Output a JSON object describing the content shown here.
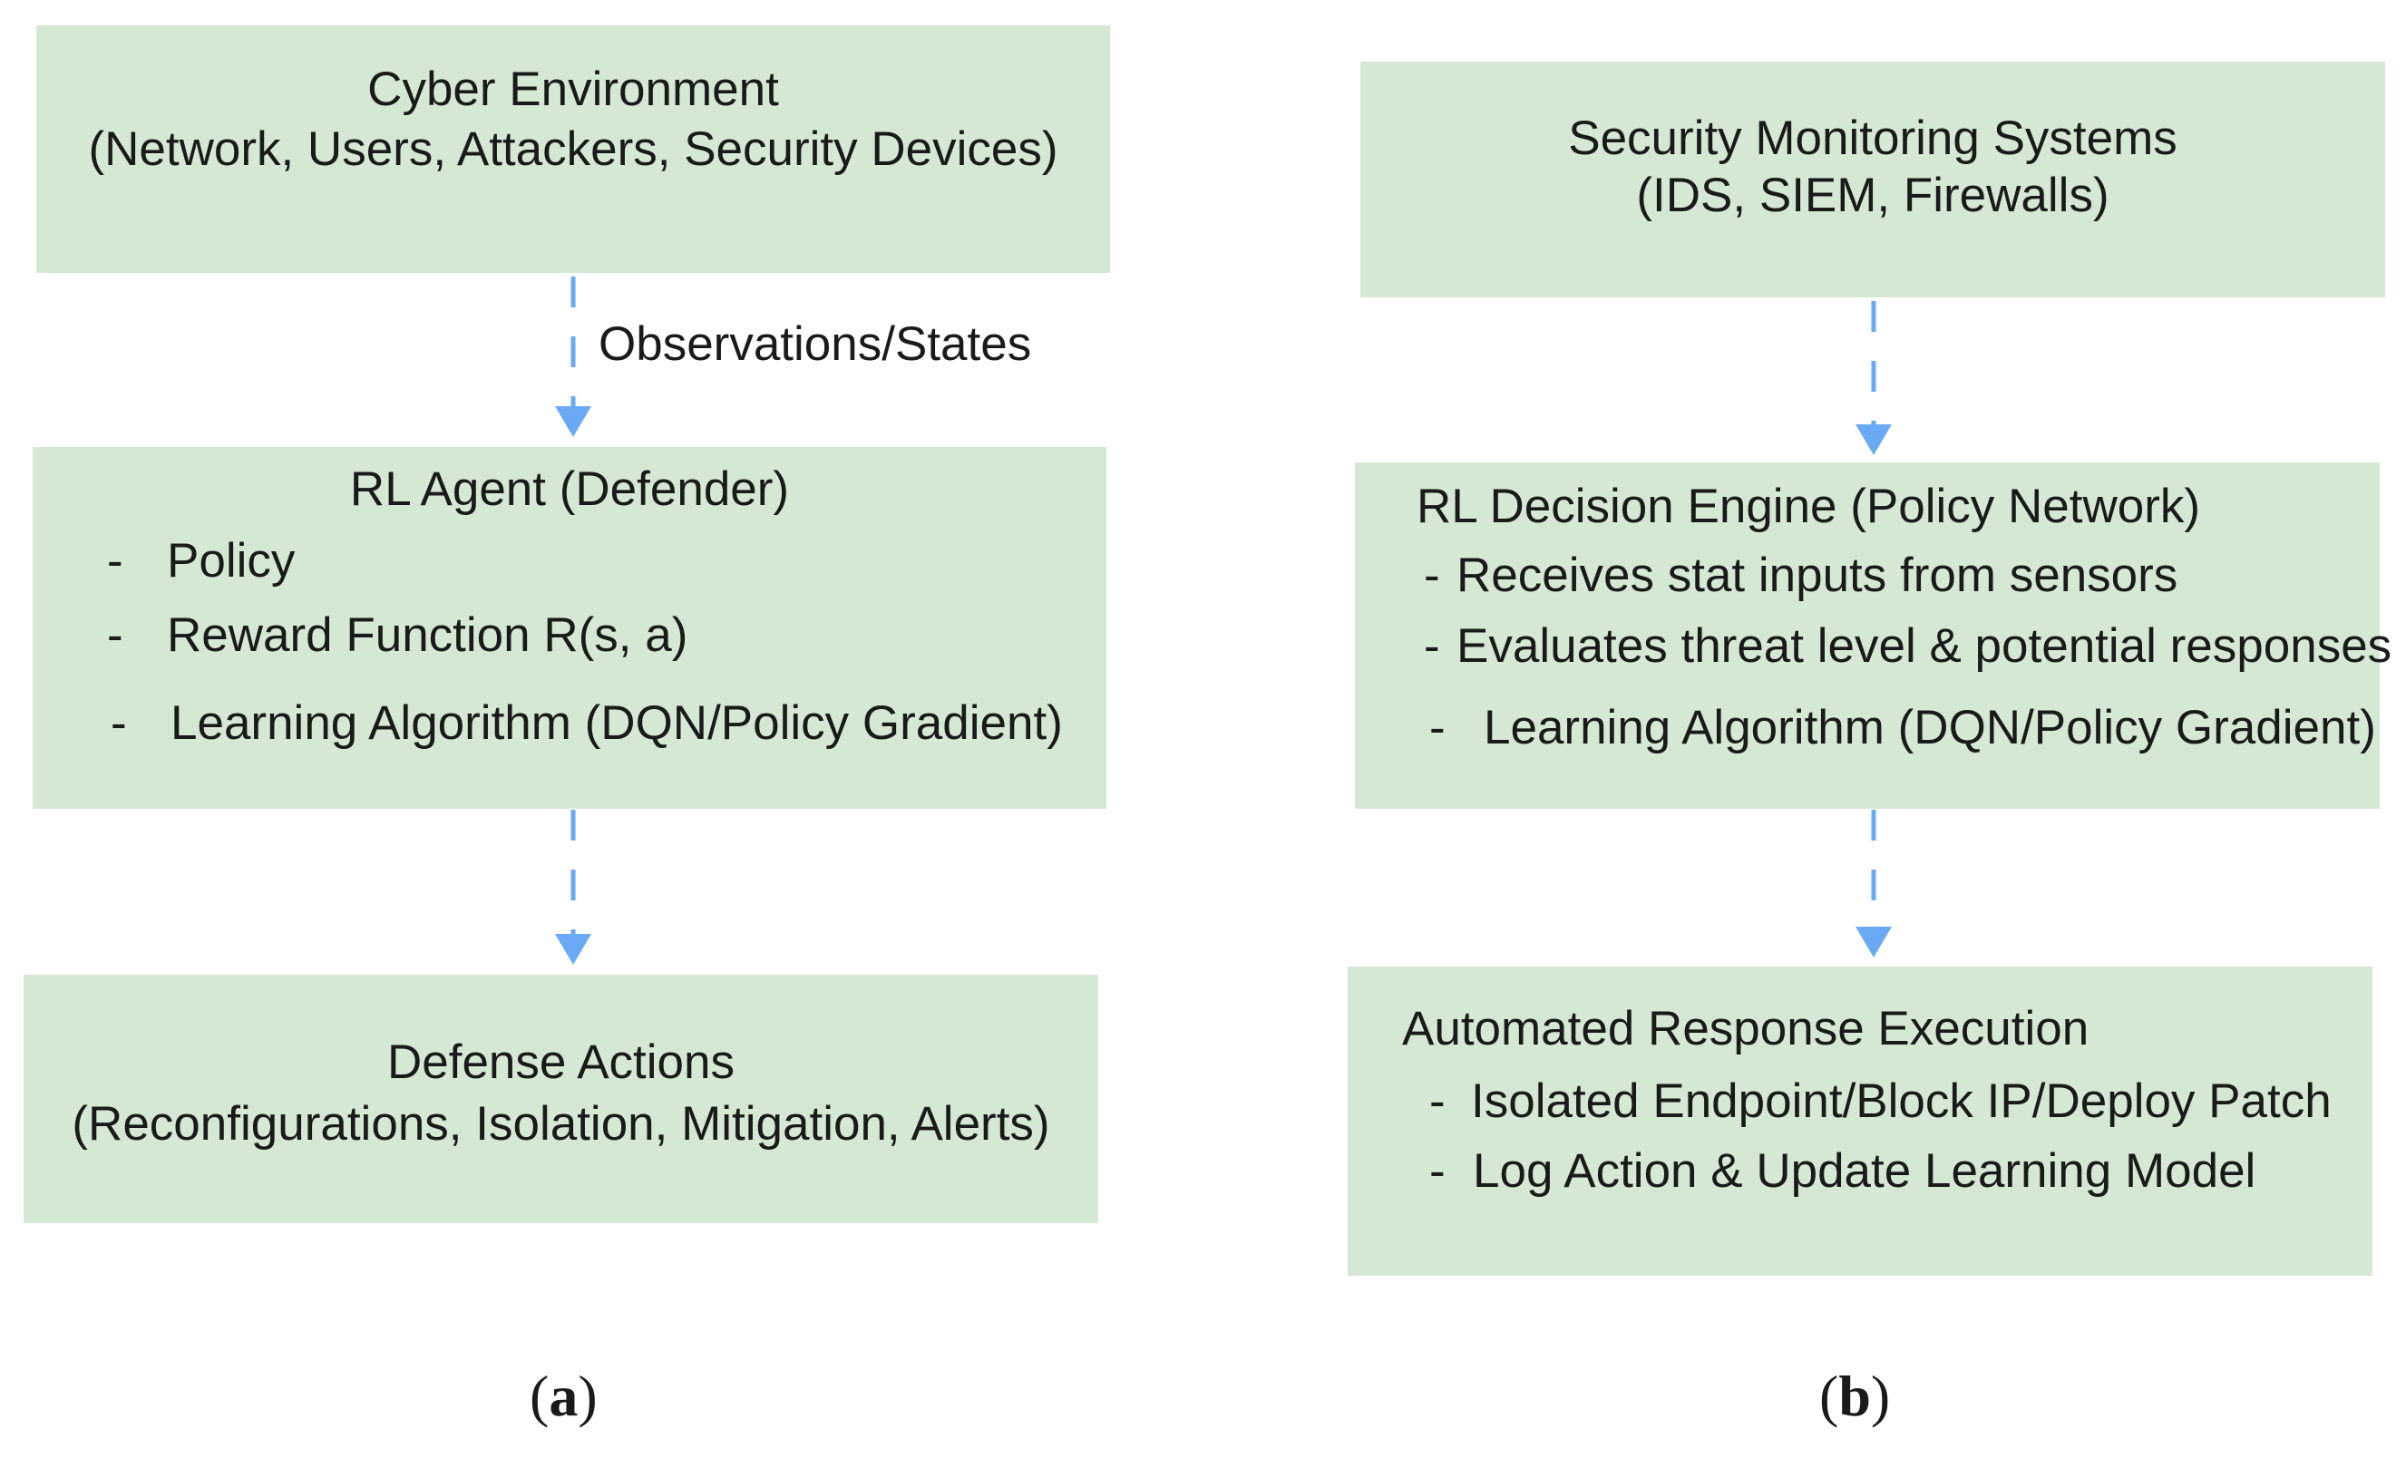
{
  "panel_a": {
    "label_open": "(",
    "label_letter": "a",
    "label_close": ")",
    "environment": {
      "title": "Cyber Environment",
      "subtitle": "(Network, Users, Attackers, Security Devices)"
    },
    "edge_label": "Observations/States",
    "agent": {
      "title": "RL Agent (Defender)",
      "items": [
        {
          "dash": "-",
          "text": "Policy"
        },
        {
          "dash": "-",
          "text": "Reward Function R(s, a)"
        },
        {
          "dash": "-",
          "text": "Learning Algorithm (DQN/Policy Gradient)"
        }
      ]
    },
    "actions": {
      "title": "Defense Actions",
      "subtitle": "(Reconfigurations, Isolation, Mitigation, Alerts)"
    }
  },
  "panel_b": {
    "label_open": "(",
    "label_letter": "b",
    "label_close": ")",
    "monitoring": {
      "title": "Security Monitoring Systems",
      "subtitle": "(IDS, SIEM, Firewalls)"
    },
    "engine": {
      "title": "RL Decision Engine (Policy Network)",
      "items": [
        {
          "dash": "-",
          "text": "Receives  stat inputs from sensors"
        },
        {
          "dash": "-",
          "text": "Evaluates threat level & potential responses"
        },
        {
          "dash": "-",
          "text": "Learning Algorithm (DQN/Policy Gradient)"
        }
      ]
    },
    "response": {
      "title": "Automated Response Execution",
      "items": [
        {
          "dash": "-",
          "text": "Isolated Endpoint/Block IP/Deploy Patch"
        },
        {
          "dash": "-",
          "text": "Log Action & Update Learning Model"
        }
      ]
    }
  },
  "colors": {
    "box_fill": "#d5e8d4",
    "arrow": "#6aaaf5",
    "text": "#1a1a1a"
  }
}
